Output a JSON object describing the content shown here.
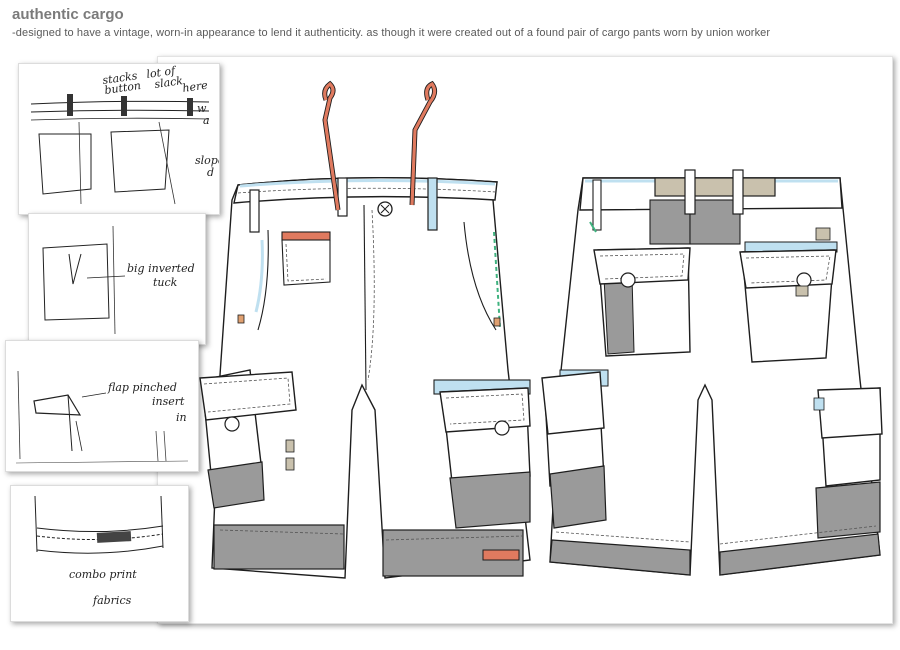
{
  "header": {
    "title": "authentic cargo",
    "description": "-designed to have a vintage, worn-in appearance to lend it authenticity. as though it were created out of a found pair of cargo pants worn by union worker"
  },
  "sketches": [
    {
      "notes": [
        "stacks",
        "button",
        "lot of",
        "slack",
        "here",
        "w",
        "a",
        "slope",
        "d"
      ]
    },
    {
      "notes": [
        "big inverted",
        "tuck"
      ]
    },
    {
      "notes": [
        "flap pinched",
        "insert",
        "in"
      ]
    },
    {
      "notes": [
        "combo print",
        "fabrics"
      ]
    }
  ],
  "colors": {
    "drawstring": "#e07a5f",
    "accent_blue": "#bfe0f0",
    "panel_gray": "#9a9a9a",
    "panel_dark": "#888888",
    "khaki_patch": "#c9c1ad",
    "tab_green": "#3fb27f"
  }
}
